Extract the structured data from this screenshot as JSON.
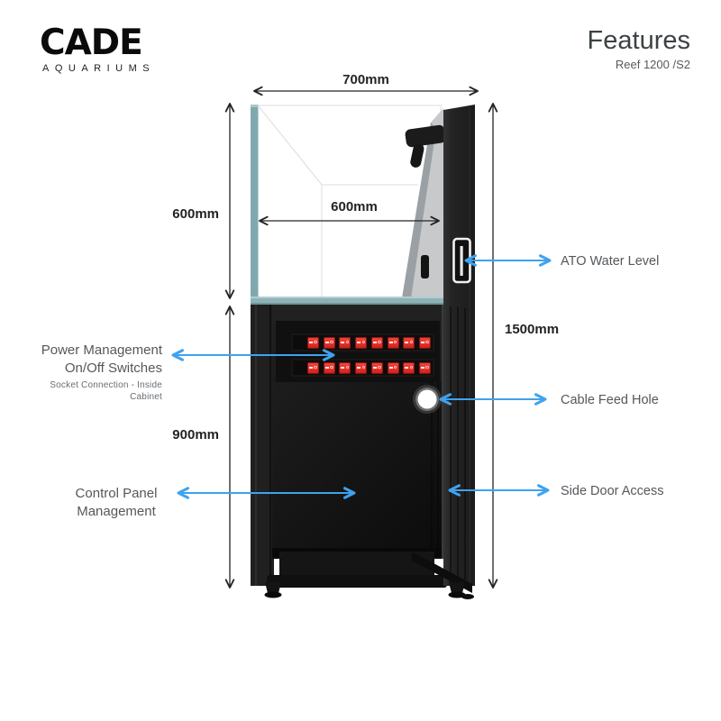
{
  "header": {
    "logo_text": "CADE",
    "logo_subtext": "AQUARIUMS",
    "title": "Features",
    "subtitle": "Reef 1200 /S2"
  },
  "dimensions": {
    "top_width": "700mm",
    "tank_height": "600mm",
    "inner_width": "600mm",
    "total_height": "1500mm",
    "cabinet_height": "900mm"
  },
  "callouts": {
    "ato": "ATO Water Level",
    "power": "Power Management\nOn/Off Switches",
    "power_sub": "Socket Connection - Inside Cabinet",
    "cable": "Cable Feed Hole",
    "control": "Control Panel\nManagement",
    "door": "Side Door Access"
  },
  "switches": {
    "rows": 2,
    "per_row": 8
  },
  "colors": {
    "callout_arrow": "#3fa2ef",
    "dimension_line": "#242424",
    "label_text": "#54585c",
    "glass_teal": "#7fa9af",
    "cabinet_black": "#141414",
    "switch_red": "#e5332d"
  }
}
